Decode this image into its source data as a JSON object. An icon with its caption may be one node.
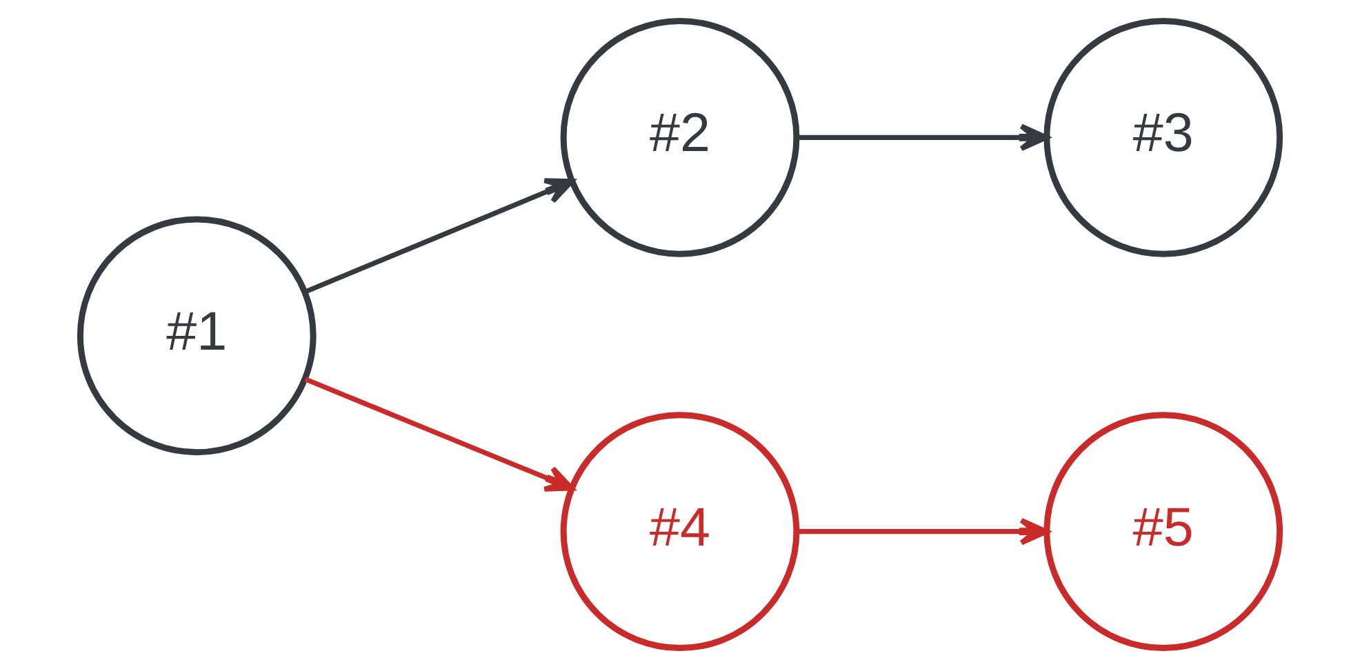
{
  "diagram": {
    "nodes": [
      {
        "text": [
          "#1"
        ]
      },
      {
        "text": [
          "#2"
        ]
      },
      {
        "text": [
          "#3"
        ]
      },
      {
        "text": [
          "#4"
        ]
      },
      {
        "text": [
          "#5"
        ]
      }
    ],
    "edges": [
      {
        "from": 0,
        "to": 1,
        "arrow": "to",
        "color": "#343a40"
      },
      {
        "from": 1,
        "to": 2,
        "arrow": "to",
        "color": "#343a40"
      },
      {
        "from": 0,
        "to": 3,
        "arrow": "to",
        "color": "#c92a2a"
      },
      {
        "from": 3,
        "to": 4,
        "arrow": "to",
        "color": "#c92a2a"
      }
    ]
  }
}
